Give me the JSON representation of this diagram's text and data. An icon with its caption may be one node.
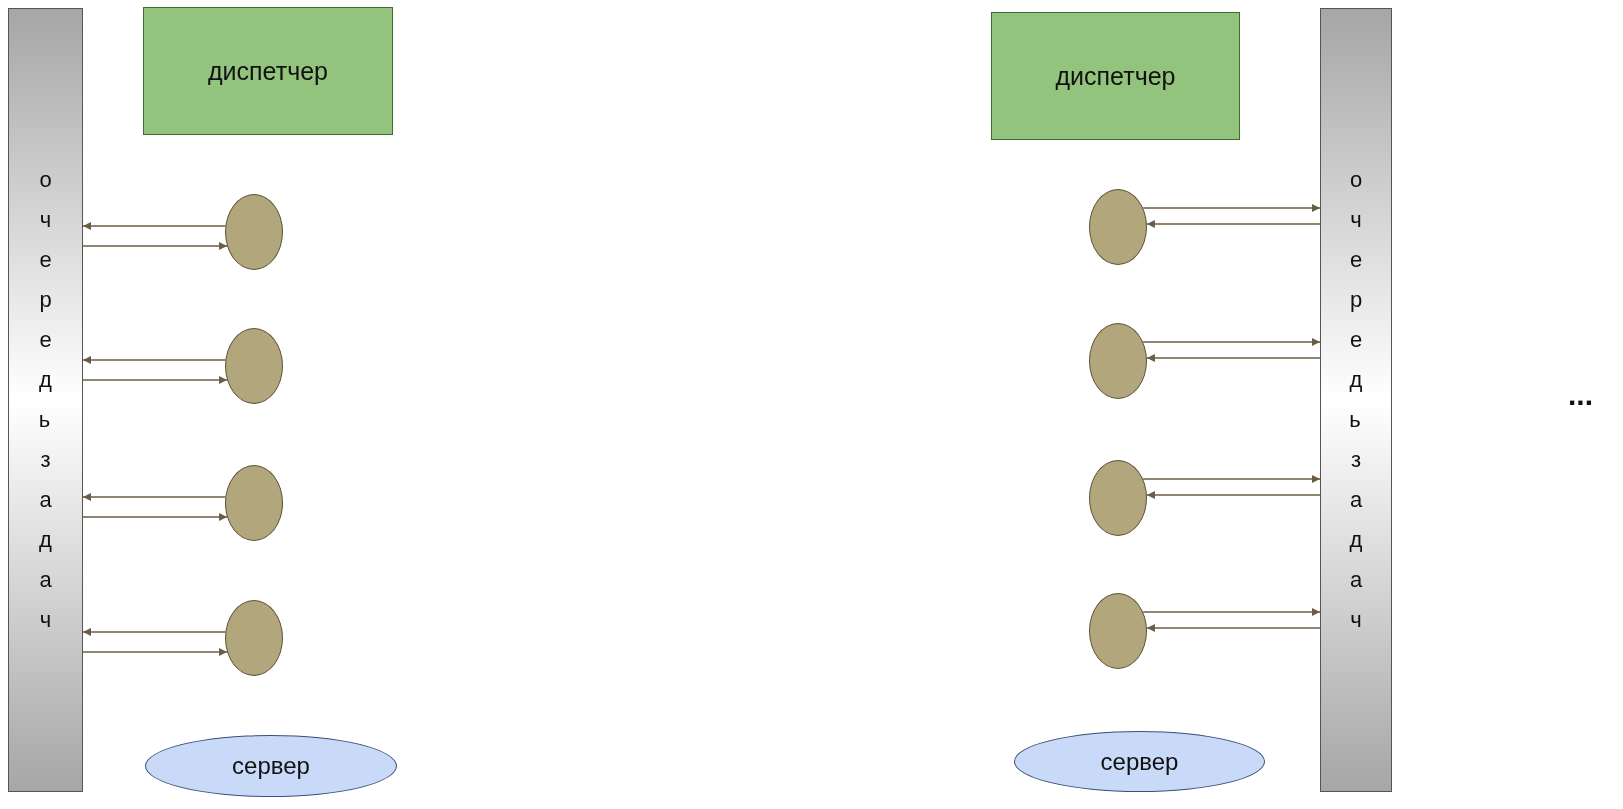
{
  "diagram": {
    "nodes": [
      {
        "text": [
          "очередь задач"
        ]
      },
      {
        "text": [
          "диспетчер"
        ]
      },
      {
        "text": [],
        "shape": "circle"
      },
      {
        "text": [],
        "shape": "circle"
      },
      {
        "text": [],
        "shape": "circle"
      },
      {
        "text": [],
        "shape": "circle"
      },
      {
        "text": [
          "сервер"
        ]
      },
      {
        "text": [
          "диспетчер"
        ]
      },
      {
        "text": [],
        "shape": "circle"
      },
      {
        "text": [],
        "shape": "circle"
      },
      {
        "text": [],
        "shape": "circle"
      },
      {
        "text": [],
        "shape": "circle"
      },
      {
        "text": [
          "очередь задач"
        ]
      },
      {
        "text": [
          "сервер"
        ]
      }
    ],
    "edges": [
      {
        "from": 2,
        "to": 0,
        "arrow": "to"
      },
      {
        "from": 0,
        "to": 2,
        "arrow": "to"
      },
      {
        "from": 3,
        "to": 0,
        "arrow": "to"
      },
      {
        "from": 0,
        "to": 3,
        "arrow": "to"
      },
      {
        "from": 4,
        "to": 0,
        "arrow": "to"
      },
      {
        "from": 0,
        "to": 4,
        "arrow": "to"
      },
      {
        "from": 5,
        "to": 0,
        "arrow": "to"
      },
      {
        "from": 0,
        "to": 5,
        "arrow": "to"
      },
      {
        "from": 8,
        "to": 12,
        "arrow": "to"
      },
      {
        "from": 12,
        "to": 8,
        "arrow": "to"
      },
      {
        "from": 9,
        "to": 12,
        "arrow": "to"
      },
      {
        "from": 12,
        "to": 9,
        "arrow": "to"
      },
      {
        "from": 10,
        "to": 12,
        "arrow": "to"
      },
      {
        "from": 12,
        "to": 10,
        "arrow": "to"
      },
      {
        "from": 11,
        "to": 12,
        "arrow": "to"
      },
      {
        "from": 12,
        "to": 11,
        "arrow": "to"
      }
    ],
    "labels": [
      "..."
    ]
  }
}
